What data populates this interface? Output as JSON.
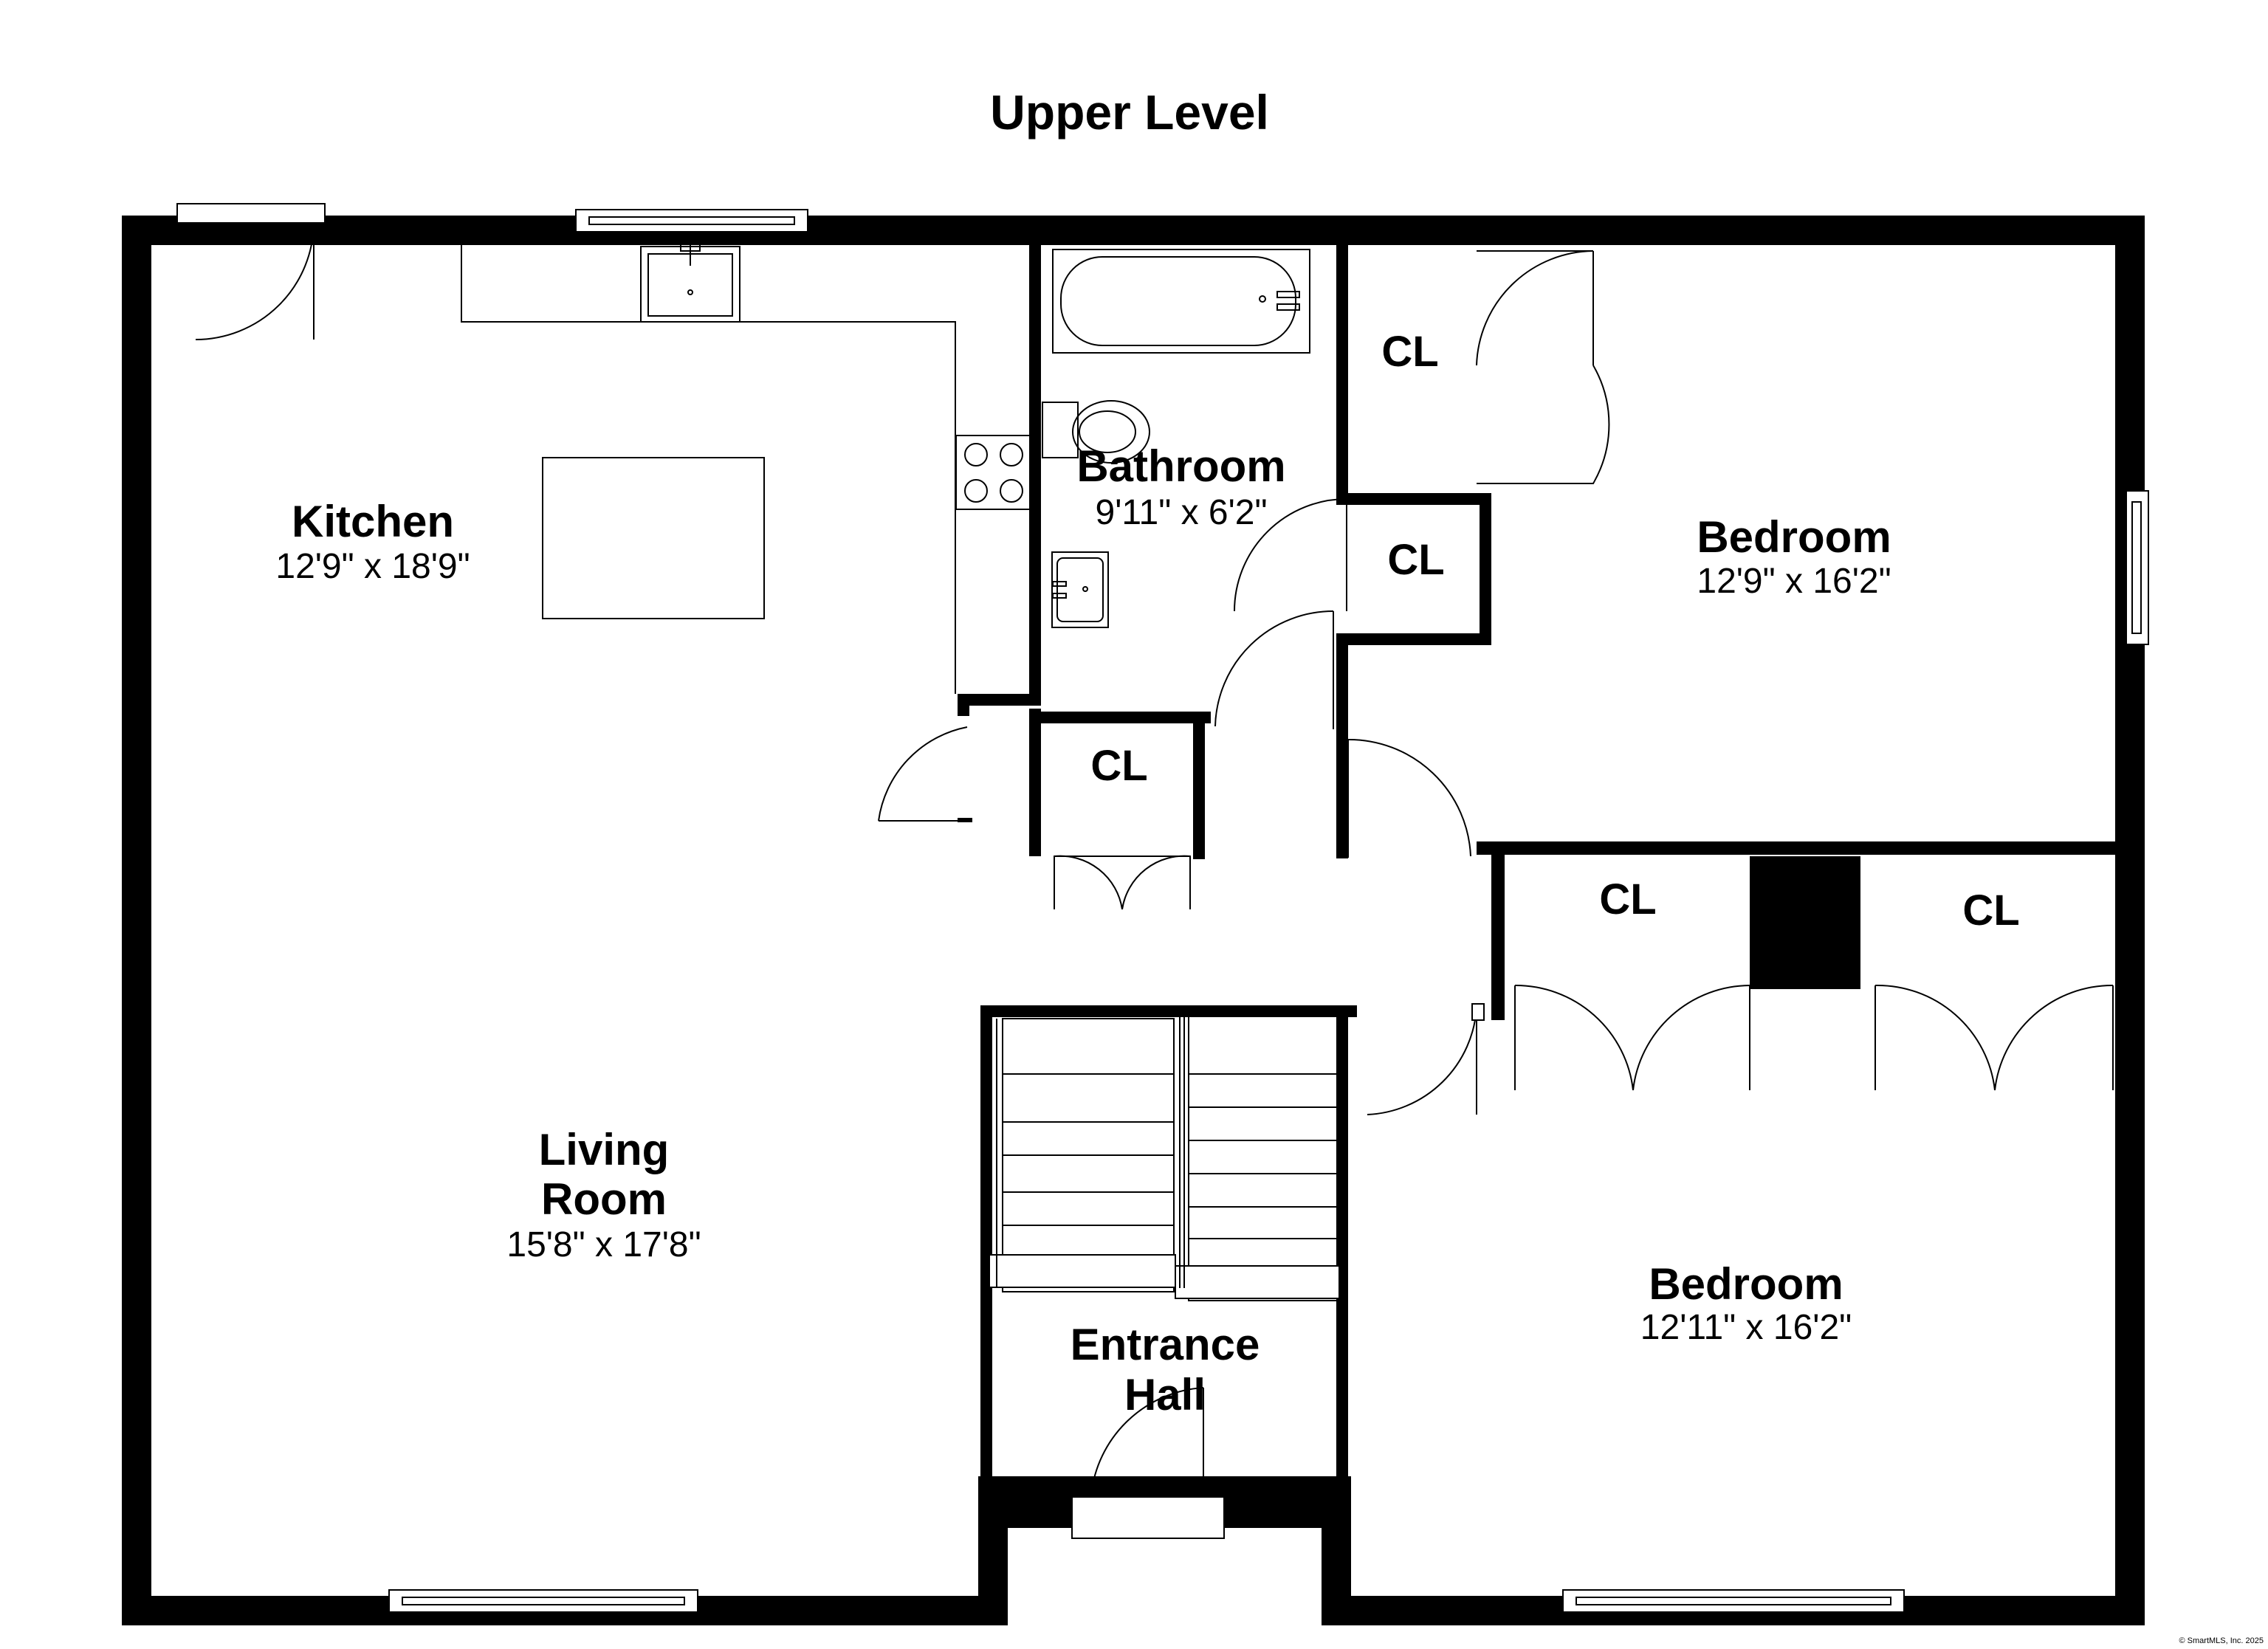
{
  "title": "Upper Level",
  "rooms": {
    "kitchen": {
      "name": "Kitchen",
      "dims": "12'9\" x 18'9\""
    },
    "bathroom": {
      "name": "Bathroom",
      "dims": "9'11\" x 6'2\""
    },
    "bedroom_1": {
      "name": "Bedroom",
      "dims": "12'9\" x 16'2\""
    },
    "living_room": {
      "name_line1": "Living",
      "name_line2": "Room",
      "dims": "15'8\" x 17'8\""
    },
    "entrance_hall": {
      "name_line1": "Entrance",
      "name_line2": "Hall"
    },
    "bedroom_2": {
      "name": "Bedroom",
      "dims": "12'11\" x 16'2\""
    }
  },
  "closets": [
    "CL",
    "CL",
    "CL",
    "CL",
    "CL"
  ],
  "copyright": "© SmartMLS, Inc. 2025",
  "colors": {
    "wall": "#000000",
    "background": "#ffffff"
  }
}
